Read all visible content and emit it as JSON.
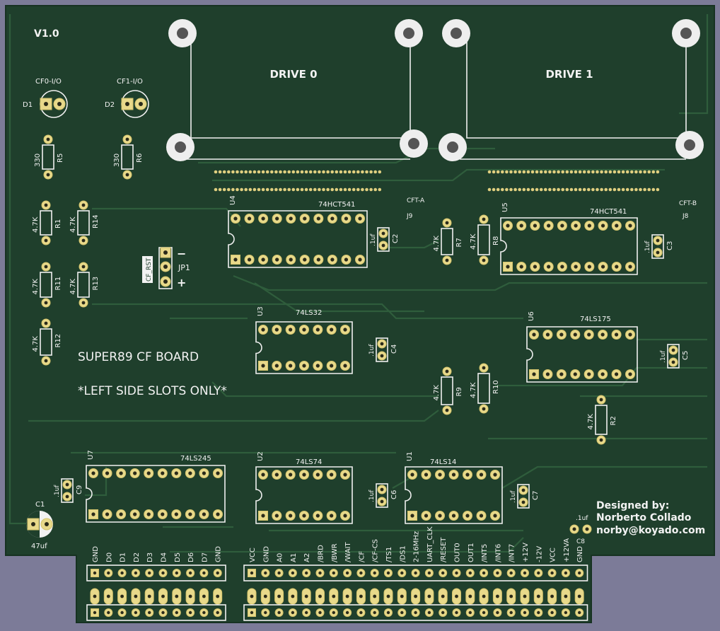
{
  "board": {
    "version": "V1.0",
    "title": "SUPER89 CF BOARD",
    "subtitle": "*LEFT SIDE SLOTS ONLY*",
    "credits": [
      "Designed by:",
      "Norberto Collado",
      "norby@koyado.com"
    ],
    "colors": {
      "background": "#7c7b98",
      "board": "#1f3f2c",
      "trace": "#2f5d3c",
      "pad": "#e8d98a",
      "silk": "#f2f2f2"
    }
  },
  "drives": [
    {
      "label": "DRIVE 0",
      "connector_value": "CFT-A",
      "connector_ref": "J9"
    },
    {
      "label": "DRIVE 1",
      "connector_value": "CFT-B",
      "connector_ref": "J8"
    }
  ],
  "leds": [
    {
      "ref": "D1",
      "value": "CF0-I/O"
    },
    {
      "ref": "D2",
      "value": "CF1-I/O"
    }
  ],
  "ics": [
    {
      "ref": "U4",
      "value": "74HCT541"
    },
    {
      "ref": "U5",
      "value": "74HCT541"
    },
    {
      "ref": "U3",
      "value": "74LS32"
    },
    {
      "ref": "U6",
      "value": "74LS175"
    },
    {
      "ref": "U7",
      "value": "74LS245"
    },
    {
      "ref": "U2",
      "value": "74LS74"
    },
    {
      "ref": "U1",
      "value": "74LS14"
    }
  ],
  "resistors": [
    {
      "ref": "R5",
      "value": "330"
    },
    {
      "ref": "R6",
      "value": "330"
    },
    {
      "ref": "R1",
      "value": "4.7K"
    },
    {
      "ref": "R14",
      "value": "4.7K"
    },
    {
      "ref": "R11",
      "value": "4.7K"
    },
    {
      "ref": "R13",
      "value": "4.7K"
    },
    {
      "ref": "R12",
      "value": "4.7K"
    },
    {
      "ref": "R7",
      "value": "4.7K"
    },
    {
      "ref": "R8",
      "value": "4.7K"
    },
    {
      "ref": "R9",
      "value": "4.7K"
    },
    {
      "ref": "R10",
      "value": "4.7K"
    },
    {
      "ref": "R2",
      "value": "4.7K"
    }
  ],
  "capacitors": [
    {
      "ref": "C2",
      "value": ".1uf"
    },
    {
      "ref": "C3",
      "value": ".1uf"
    },
    {
      "ref": "C4",
      "value": ".1uf"
    },
    {
      "ref": "C5",
      "value": ".1uf"
    },
    {
      "ref": "C9",
      "value": ".1uf"
    },
    {
      "ref": "C6",
      "value": ".1uf"
    },
    {
      "ref": "C7",
      "value": ".1uf"
    },
    {
      "ref": "C8",
      "value": ".1uf"
    },
    {
      "ref": "C1",
      "value": "47uf"
    }
  ],
  "jumper": {
    "ref": "JP1",
    "label": "CF_RST",
    "minus": "−",
    "plus": "+"
  },
  "bus_left_labels": [
    "GND",
    "D0",
    "D1",
    "D2",
    "D3",
    "D4",
    "D5",
    "D6",
    "D7",
    "GND"
  ],
  "bus_right_labels": [
    "VCC",
    "GND",
    "A0",
    "A1",
    "A2",
    "/BRD",
    "/BWR",
    "/WAIT",
    "/CF",
    "/CF-CS",
    "/TS1",
    "/DS1",
    "2-16MHz",
    "UART_CLK",
    "/RESET",
    "OUT0",
    "OUT1",
    "/INT5",
    "/INT6",
    "/INT7",
    "+12V",
    "-12V",
    "VCC",
    "+12VA",
    "GND"
  ]
}
